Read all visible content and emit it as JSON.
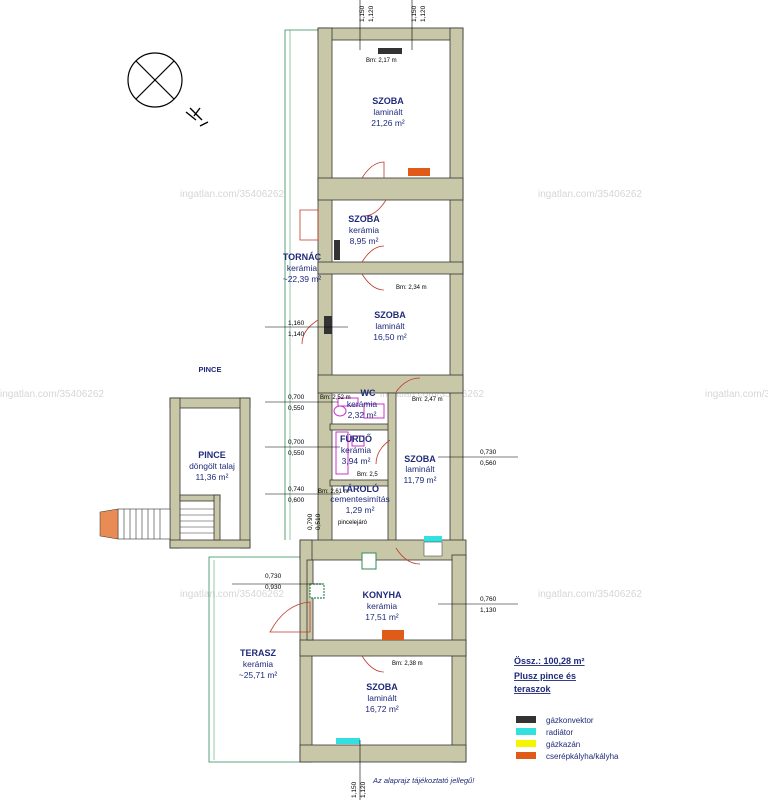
{
  "rooms": {
    "szoba1": {
      "name": "SZOBA",
      "floor": "laminált",
      "area": "21,26 m²"
    },
    "szoba2": {
      "name": "SZOBA",
      "floor": "kerámia",
      "area": "8,95 m²"
    },
    "tornac": {
      "name": "TORNÁC",
      "floor": "kerámia",
      "area": "~22,39 m²"
    },
    "szoba3": {
      "name": "SZOBA",
      "floor": "laminált",
      "area": "16,50 m²"
    },
    "wc": {
      "name": "WC",
      "floor": "kerámia",
      "area": "2,32 m²"
    },
    "furdo": {
      "name": "FÜRDŐ",
      "floor": "kerámia",
      "area": "3,94 m²"
    },
    "szoba4": {
      "name": "SZOBA",
      "floor": "laminált",
      "area": "11,79 m²"
    },
    "tarolo": {
      "name": "TÁROLÓ",
      "floor": "cementesimítás",
      "area": "1,29 m²"
    },
    "pince_label": {
      "name": "PINCE"
    },
    "pince": {
      "name": "PINCE",
      "floor": "döngölt talaj",
      "area": "11,36 m²"
    },
    "konyha": {
      "name": "KONYHA",
      "floor": "kerámia",
      "area": "17,51 m²"
    },
    "terasz": {
      "name": "TERASZ",
      "floor": "kerámia",
      "area": "~25,71 m²"
    },
    "szoba5": {
      "name": "SZOBA",
      "floor": "laminált",
      "area": "16,72 m²"
    }
  },
  "heights": {
    "h1": "Bm: 2,17 m",
    "h2": "Bm: 2,34 m",
    "h3": "Bm: 2,52 m",
    "h4": "Bm: 2,47 m",
    "h5": "Bm: 2,61 m",
    "h6": "Bm: 2,38 m",
    "h7": "Bm: 2,5"
  },
  "pincelejaro": "pincelejáró",
  "dims": {
    "top1a": "1,150",
    "top1b": "1,120",
    "top2a": "1,150",
    "top2b": "1,120",
    "w1a": "1,160",
    "w1b": "1,140",
    "w2a": "0,700",
    "w2b": "0,550",
    "w3a": "0,700",
    "w3b": "0,550",
    "w4a": "0,740",
    "w4b": "0,600",
    "w5a": "0,730",
    "w5b": "0,560",
    "w6a": "0,730",
    "w6b": "0,930",
    "w7a": "0,760",
    "w7b": "1,130",
    "v1": "0,790",
    "v2": "0,510",
    "bot1": "1,150",
    "bot2": "1,120"
  },
  "watermark": "ingatlan.com/35406262",
  "summary": {
    "total": "Össz.: 100,28 m²",
    "plus1": "Plusz pince és",
    "plus2": "teraszok"
  },
  "legend": [
    {
      "label": "gázkonvektor",
      "color": "#333333"
    },
    {
      "label": "radiátor",
      "color": "#33e0e0"
    },
    {
      "label": "gázkazán",
      "color": "#f5f500"
    },
    {
      "label": "cserépkályha/kályha",
      "color": "#e05a1a"
    }
  ],
  "note": "Az alaprajz tájékoztató jellegű!",
  "colors": {
    "wall": "#c8c8a8",
    "text": "#1f2a7a",
    "terrace": "#2e8b57",
    "fixture": "#cc33cc"
  }
}
